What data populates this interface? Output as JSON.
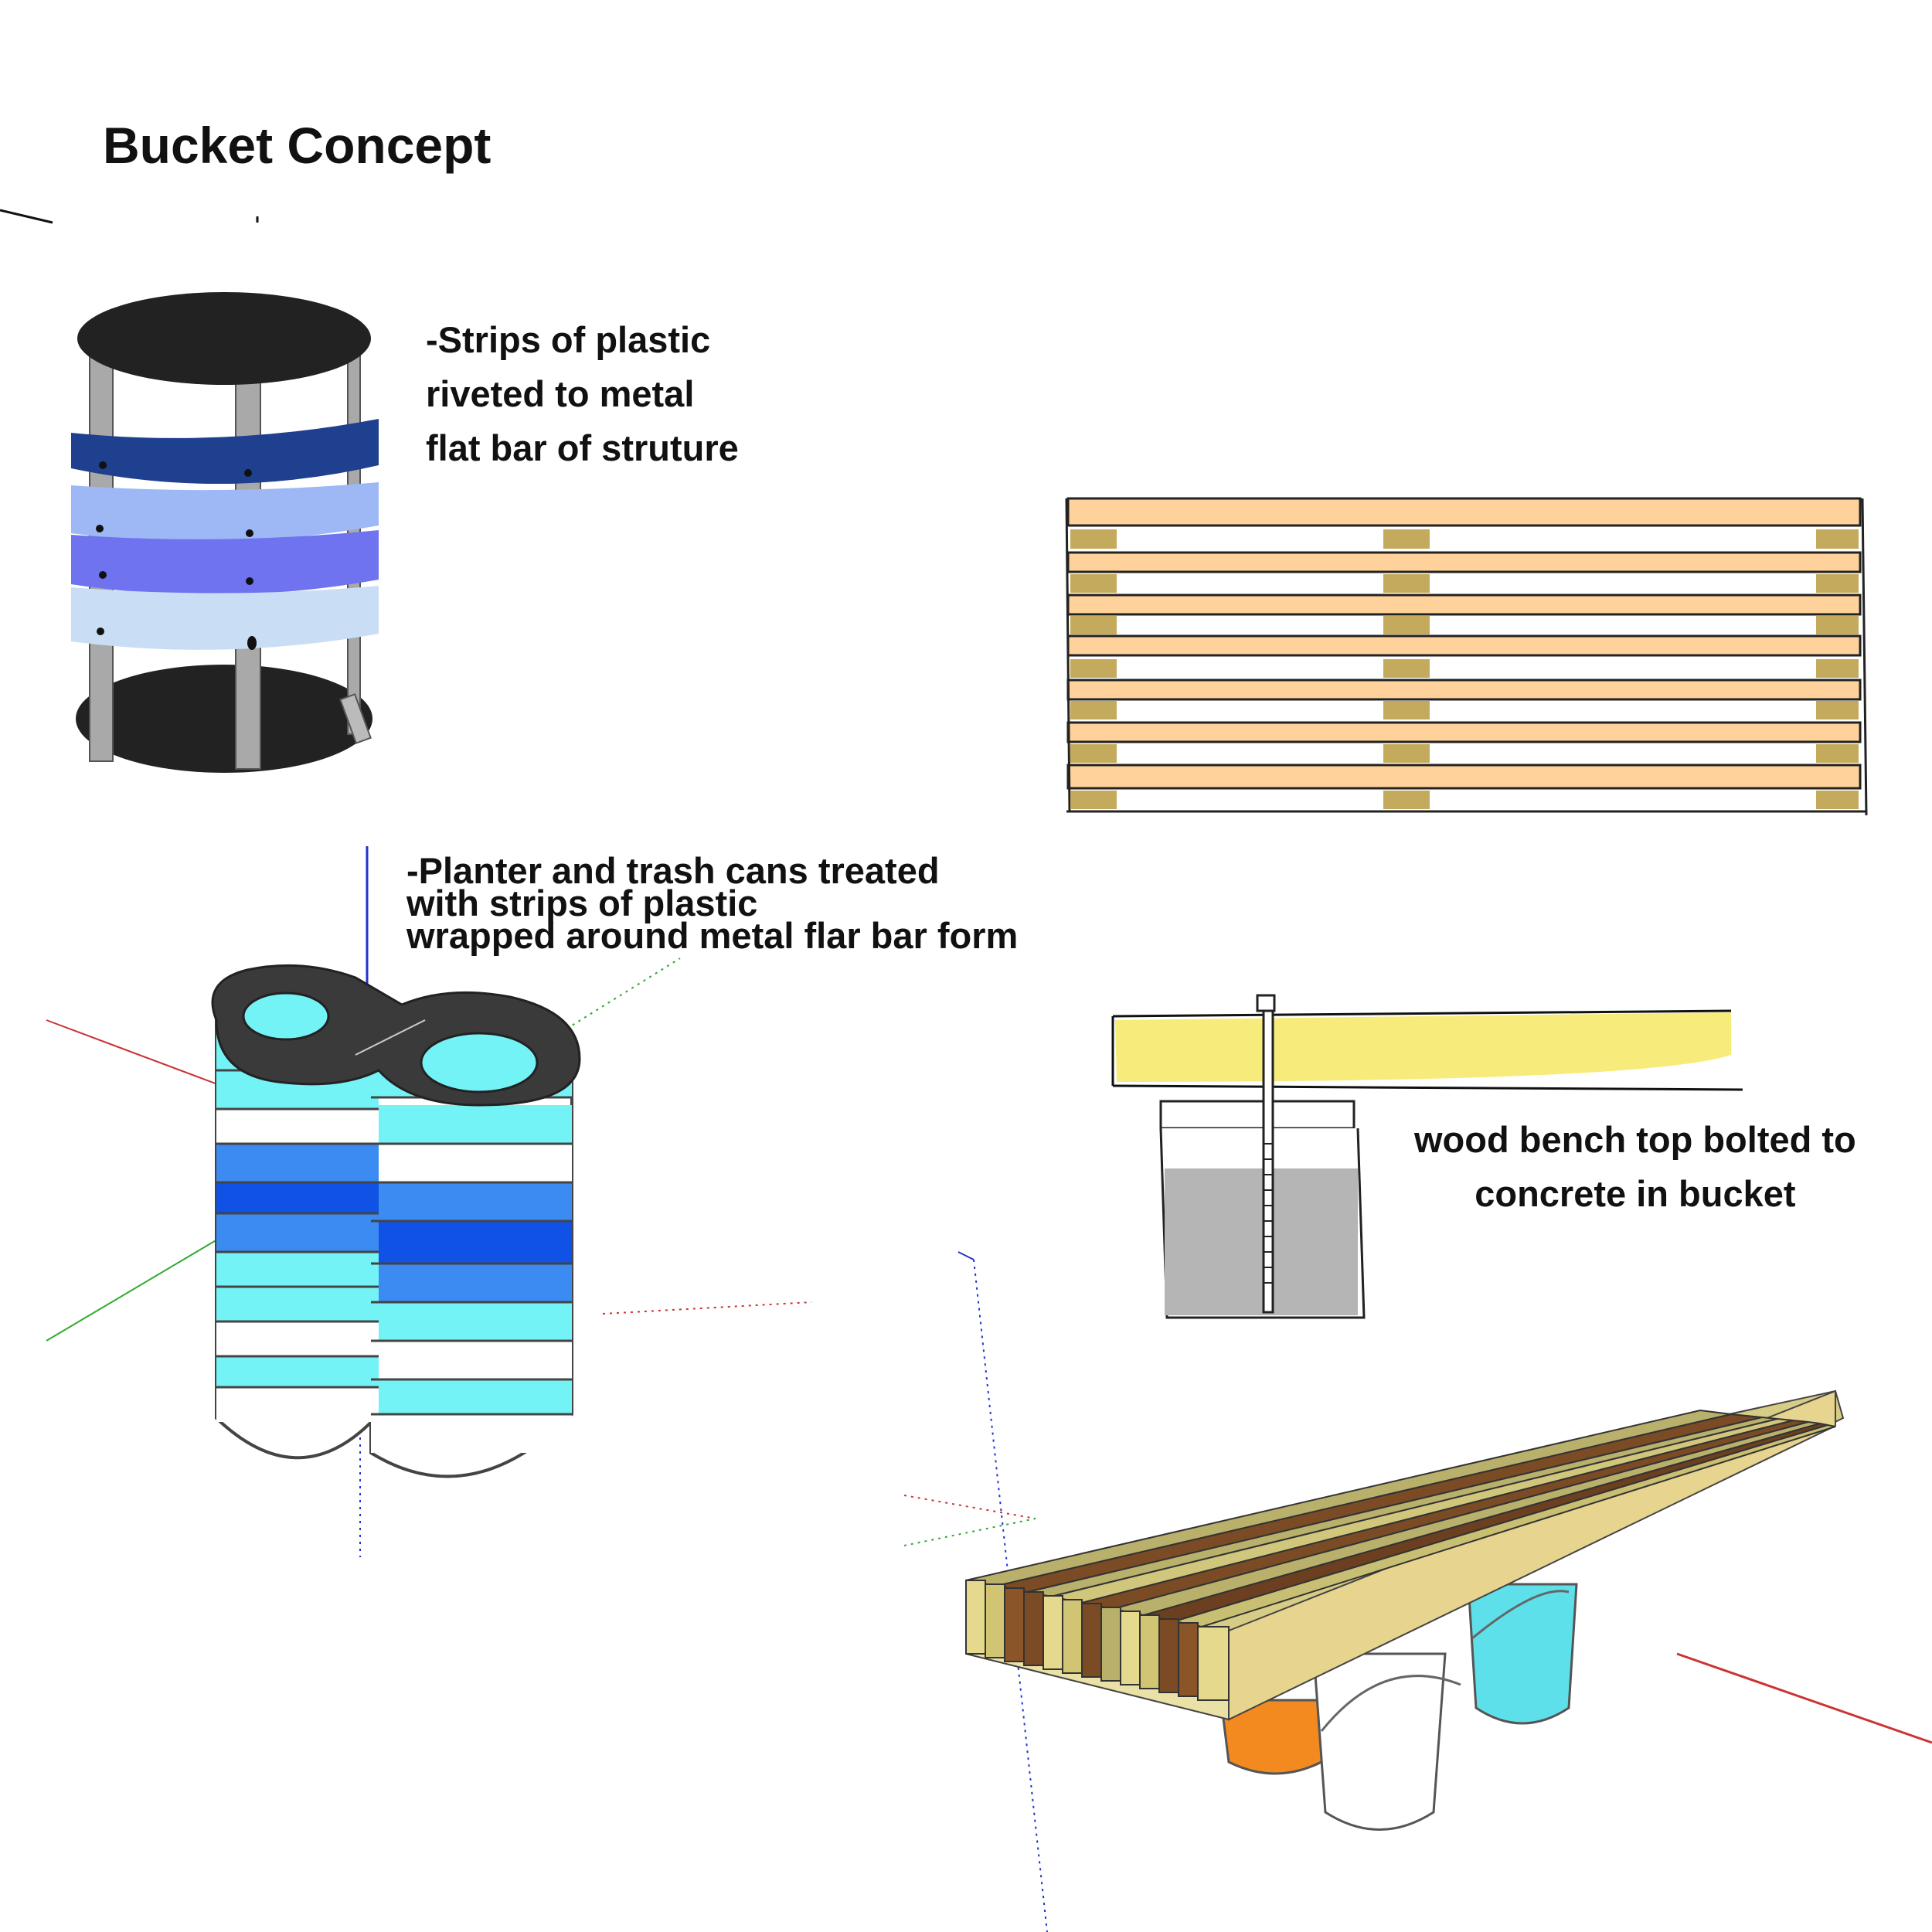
{
  "title": "Bucket Concept",
  "notes": {
    "strips": [
      "-Strips of plastic",
      "riveted to metal",
      "flat bar of struture"
    ],
    "planter": [
      "-Planter and trash cans treated",
      "with strips of plastic",
      "wrapped around metal flar bar form"
    ],
    "bench": [
      "wood bench top  bolted to",
      "concrete in bucket"
    ]
  },
  "colors": {
    "navy_strip": "#1f3f8f",
    "light_blue_strip": "#9db8f5",
    "violet_strip": "#6f73f0",
    "pale_strip": "#c9def5",
    "cyan": "#74f3f7",
    "blue": "#3b8bf2",
    "deep_blue": "#1052e6",
    "wood_light": "#ffd29b",
    "wood_block": "#c4aa5c",
    "bench_yellow": "#f7ec7b",
    "concrete": "#b5b5b5",
    "bucket_orange": "#f28a1f",
    "bucket_cyan": "#5ee0ea"
  },
  "drawings": [
    "riveted-strip-container-icon",
    "figure-eight-planter-icon",
    "bench-slat-plan-icon",
    "bolt-in-bucket-section-icon",
    "bench-on-buckets-icon"
  ]
}
